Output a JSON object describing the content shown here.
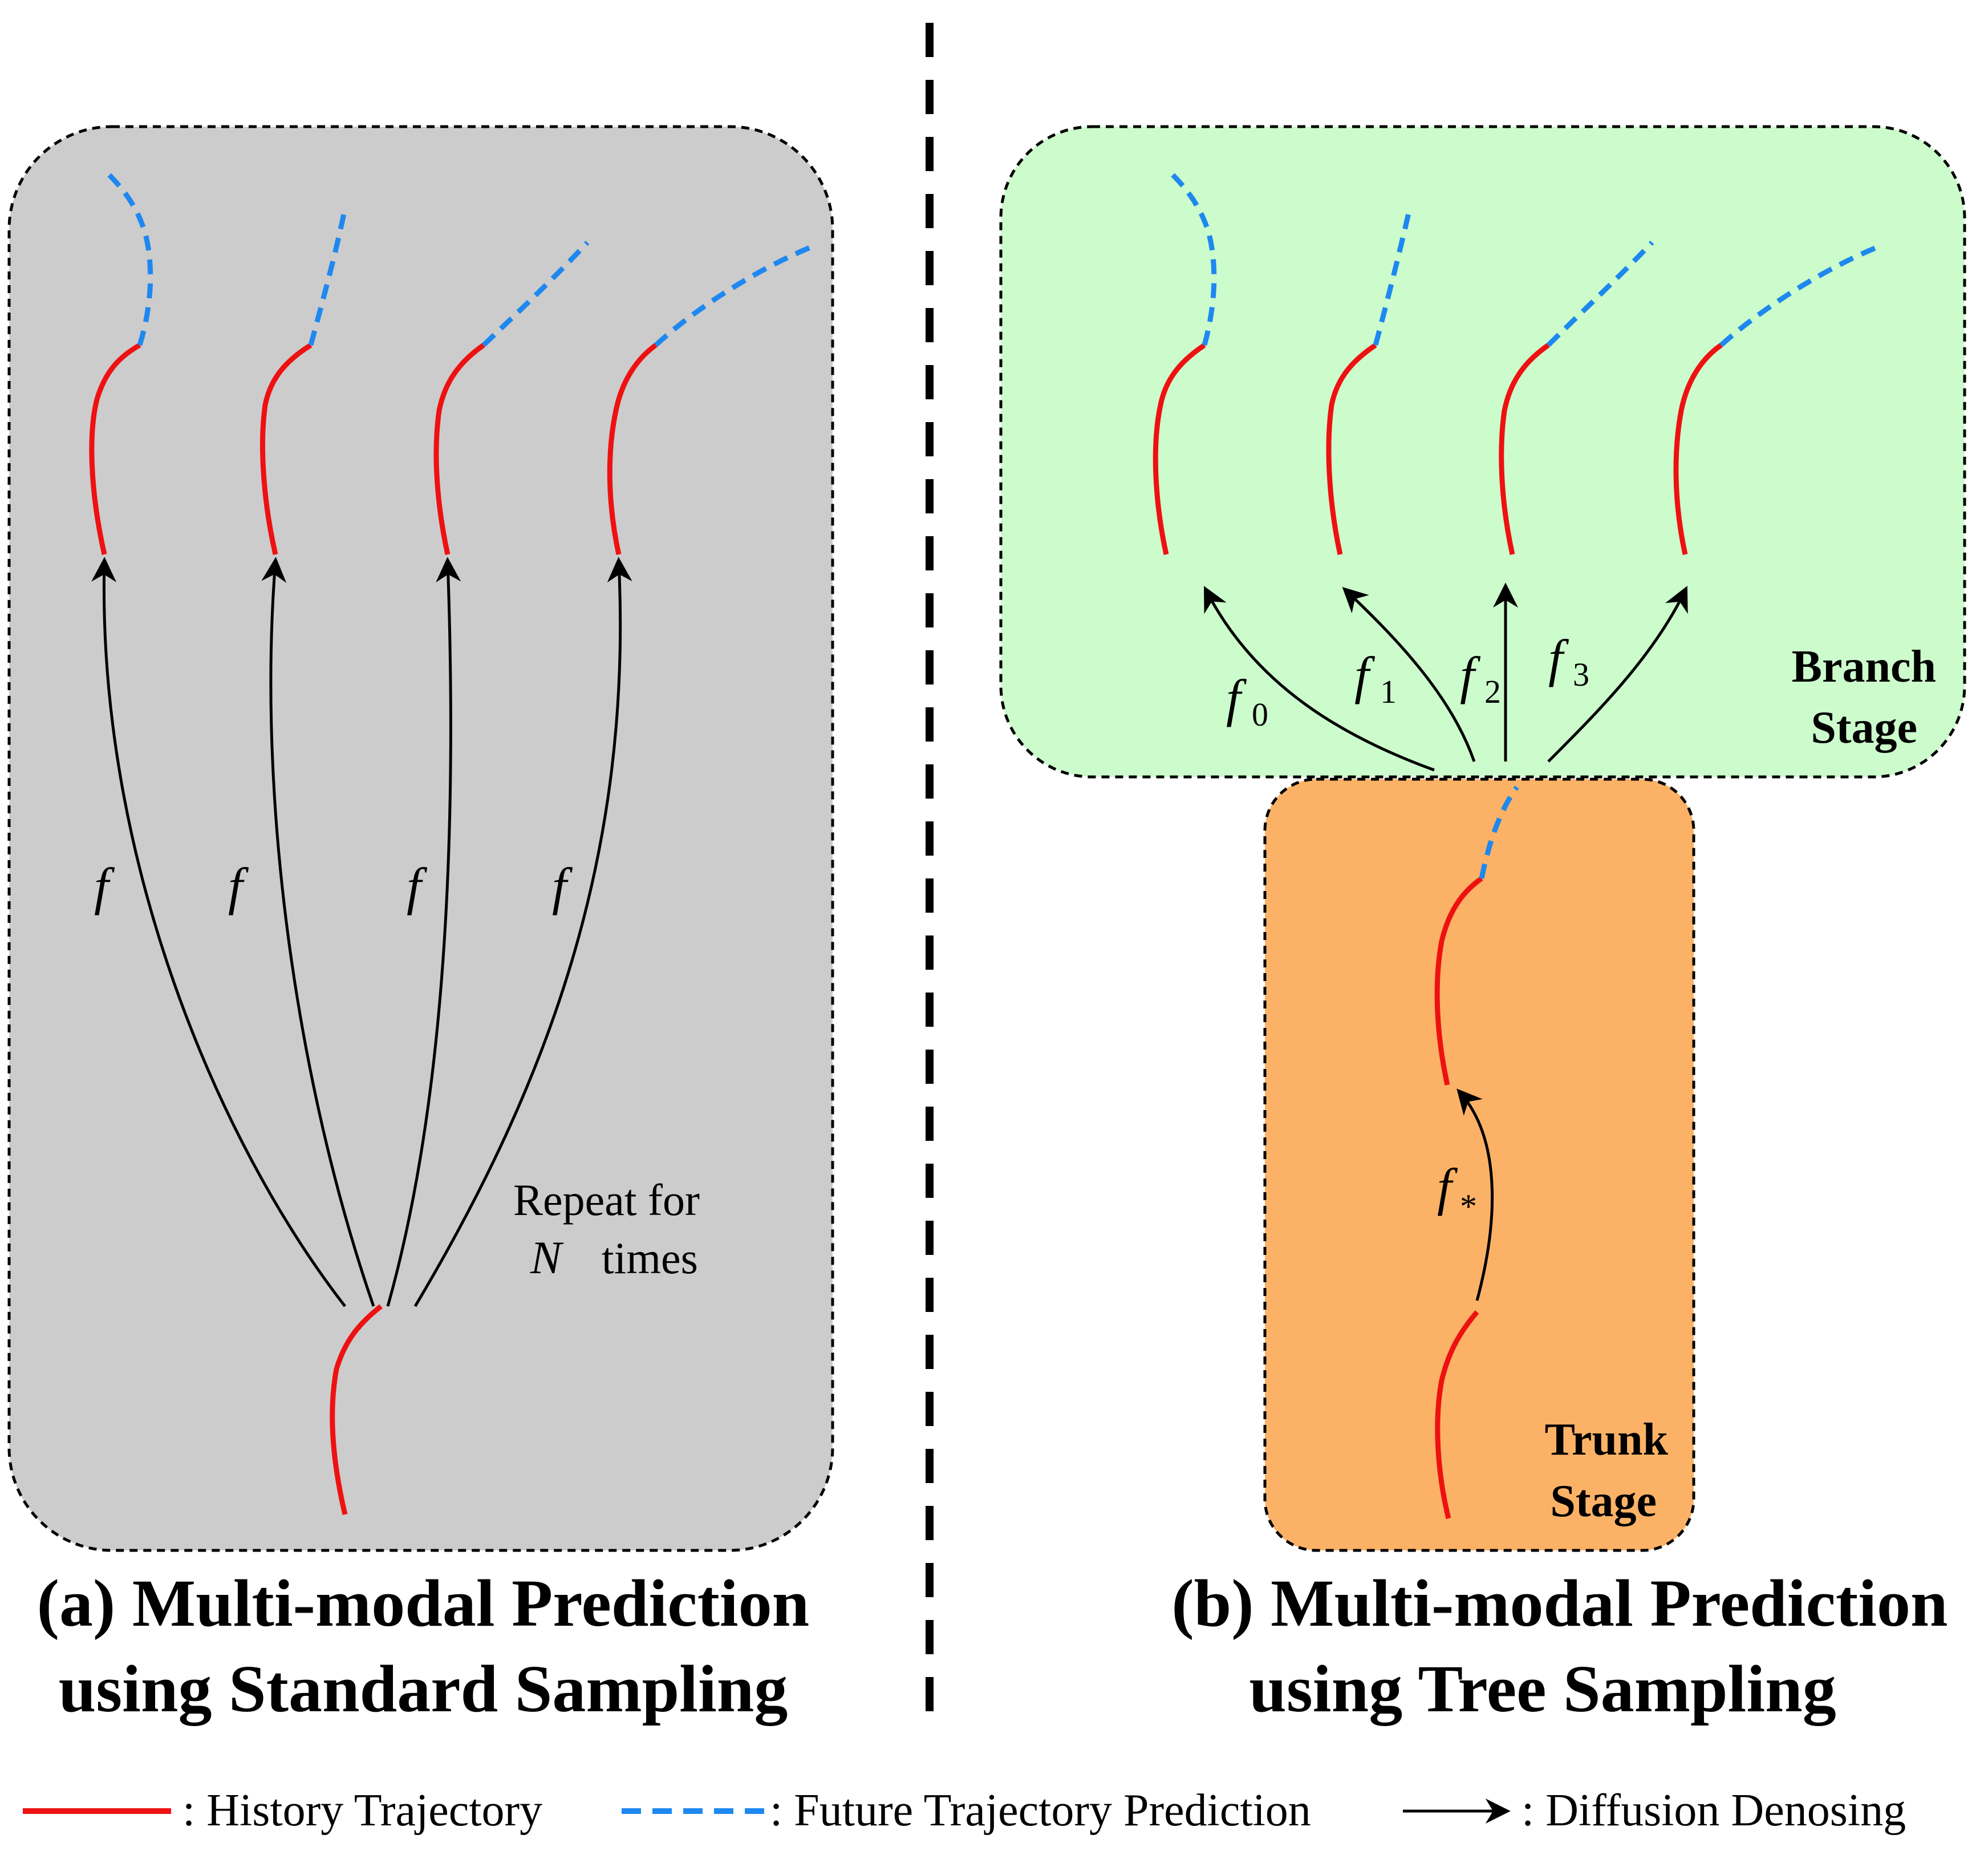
{
  "panel_a": {
    "caption_line1": "(a) Multi-modal Prediction",
    "caption_line2": "using Standard Sampling",
    "arrow_label": "f",
    "repeat_line1": "Repeat for",
    "repeat_n": "N",
    "repeat_times": "times",
    "bg_color": "#cccccc"
  },
  "panel_b": {
    "caption_line1": "(b) Multi-modal Prediction",
    "caption_line2": "using Tree Sampling",
    "branch_stage_line1": "Branch",
    "branch_stage_line2": "Stage",
    "trunk_stage_line1": "Trunk",
    "trunk_stage_line2": "Stage",
    "branch_labels": [
      "0",
      "1",
      "2",
      "3"
    ],
    "branch_fn": "f",
    "trunk_fn": "f",
    "trunk_subscript": "*",
    "branch_bg": "#ccfccc",
    "trunk_bg": "#fcb266"
  },
  "legend": {
    "history": ": History Trajectory",
    "future": ": Future Trajectory Prediction",
    "denoising": ": Diffusion Denosing",
    "history_color": "#ee1111",
    "future_color": "#1e88f0"
  }
}
